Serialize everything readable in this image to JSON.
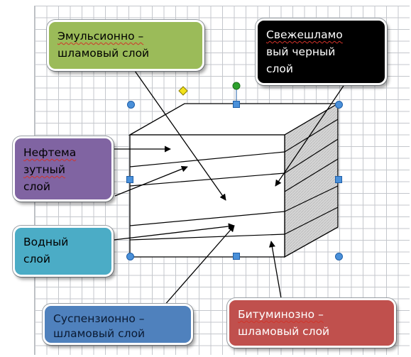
{
  "callouts": {
    "emulsion": {
      "lines": [
        "Эмульсионно –",
        "шламовый слой"
      ],
      "color": "#9bbb59"
    },
    "fresh_sludge": {
      "lines": [
        "Свежешламо",
        "вый черный",
        "слой"
      ],
      "color": "#000000",
      "text_color": "#ffffff"
    },
    "oil_saturated": {
      "lines": [
        "Нефтема",
        "зутный",
        "слой"
      ],
      "color": "#8064a2"
    },
    "water": {
      "lines": [
        "Водный",
        "слой"
      ],
      "color": "#4bacc6"
    },
    "suspension": {
      "lines": [
        "Суспензионно –",
        "шламовый слой"
      ],
      "color": "#4f81bd"
    },
    "bitumen": {
      "lines": [
        "Битуминозно –",
        "шламовый слой"
      ],
      "color": "#c0504d"
    }
  },
  "colors": {
    "grid_line": "#c4c7cc",
    "selection_handle": "#4a90d9",
    "rotation_handle": "#2ca02c",
    "adjust_handle": "#f2e11a",
    "cube_side": "#d6d6d6"
  },
  "icons": [
    "rotation-handle-icon",
    "adjustment-handle-icon"
  ]
}
